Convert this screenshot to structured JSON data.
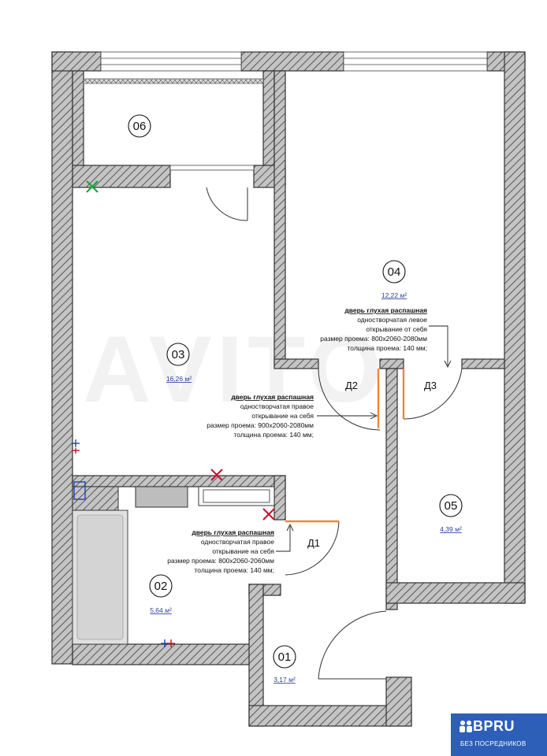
{
  "rooms": [
    {
      "id": "06",
      "area": ""
    },
    {
      "id": "03",
      "area": "16,26 м²"
    },
    {
      "id": "04",
      "area": "12,22 м²"
    },
    {
      "id": "05",
      "area": "4,39 м²"
    },
    {
      "id": "02",
      "area": "5,64 м²"
    },
    {
      "id": "01",
      "area": "3,17 м²"
    }
  ],
  "doors": [
    {
      "label": "Д1",
      "title": "дверь глухая распашная",
      "lines": [
        "одностворчатая правое",
        "открывание на себя",
        "размер проема: 800х2060-2060мм",
        "толщина проема: 140 мм;"
      ]
    },
    {
      "label": "Д2",
      "title": "дверь глухая распашная",
      "lines": [
        "одностворчатая правое",
        "открывание на себя",
        "размер проема: 900х2060-2080мм",
        "толщина проема: 140 мм;"
      ]
    },
    {
      "label": "Д3",
      "title": "дверь глухая распашная",
      "lines": [
        "одностворчатая левое",
        "открывание от себя",
        "размер проема: 800х2060-2080мм",
        "толщина проема: 140 мм;"
      ]
    }
  ],
  "watermark": "AVITO",
  "badge": {
    "logo": "BPRU",
    "tagline": "БЕЗ ПОСРЕДНИКОВ"
  },
  "colors": {
    "wall_fill": "#bfbfbf",
    "hatch": "#3a3a3a",
    "door_leaf": "#e8893a",
    "badge": "#2d5fb8",
    "marker_red": "#c8102e",
    "marker_green": "#1aa33a",
    "marker_blue": "#1f3fbf"
  }
}
